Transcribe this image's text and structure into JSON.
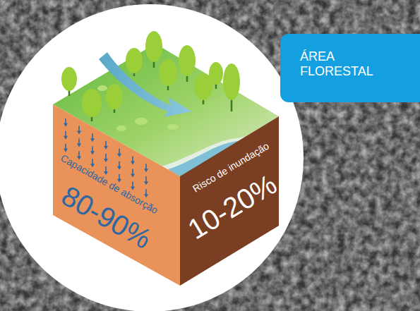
{
  "diagram": {
    "nodes": [
      {
        "text": [
          "ÁREA FLORESTAL"
        ]
      },
      {
        "text": [
          "Capacidade de absorção",
          "80-90%"
        ]
      },
      {
        "text": [
          "Risco de inundação",
          "10-20%"
        ]
      }
    ]
  }
}
